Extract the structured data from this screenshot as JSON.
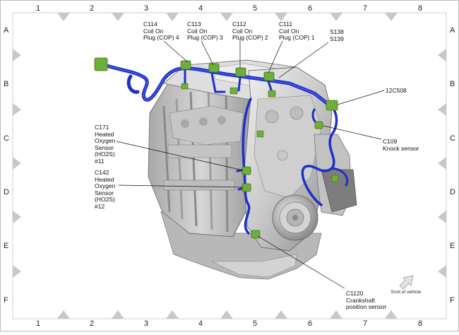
{
  "grid": {
    "columns": [
      "1",
      "2",
      "3",
      "4",
      "5",
      "6",
      "7",
      "8"
    ],
    "rows": [
      "A",
      "B",
      "C",
      "D",
      "E",
      "F"
    ]
  },
  "callouts": [
    {
      "id": "c114",
      "text": "C114\nCoil On\nPlug (COP) 4"
    },
    {
      "id": "c113",
      "text": "C113\nCoil On\nPlug (COP) 3"
    },
    {
      "id": "c112",
      "text": "C112\nCoil On\nPlug (COP) 2"
    },
    {
      "id": "c111",
      "text": "C111\nCoil On\nPlug (COP) 1"
    },
    {
      "id": "s138",
      "text": "S138\nS139"
    },
    {
      "id": "c12c508",
      "text": "12C508"
    },
    {
      "id": "c109",
      "text": "C109\nKnock sensor"
    },
    {
      "id": "c171",
      "text": "C171\nHeated\nOxygen\nSensor\n(HO2S)\n#11"
    },
    {
      "id": "c142",
      "text": "C142\nHeated\nOxygen\nSensor\n(HO2S)\n#12"
    },
    {
      "id": "c1120",
      "text": "C1120\nCrankshaft\nposition sensor"
    }
  ],
  "orientation": {
    "label": "front of vehicle"
  },
  "colors": {
    "harness": "#1f2fc8",
    "harness_dark": "#101a8a",
    "connector": "#6fae3a",
    "engine_light": "#d9d9d9",
    "engine_mid": "#b3b3b3",
    "engine_dark": "#7c7c7c",
    "border_triangle": "#c8c8c8"
  }
}
